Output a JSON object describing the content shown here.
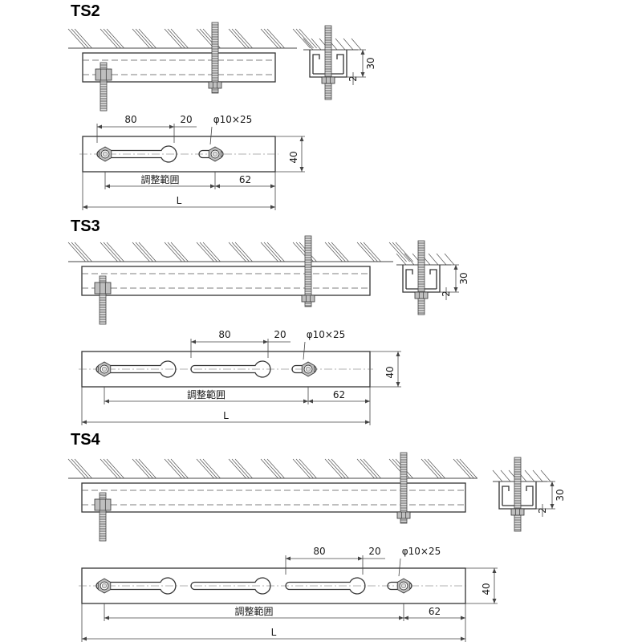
{
  "sections": [
    {
      "title": "TS2",
      "slot_length_label": "80",
      "gap_label": "20",
      "hole_label": "φ10×25",
      "width_label": "40",
      "range_label": "調整範囲",
      "end_label": "62",
      "length_label": "L",
      "height_label": "30",
      "lip_label": "2"
    },
    {
      "title": "TS3",
      "slot_length_label": "80",
      "gap_label": "20",
      "hole_label": "φ10×25",
      "width_label": "40",
      "range_label": "調整範囲",
      "end_label": "62",
      "length_label": "L",
      "height_label": "30",
      "lip_label": "2"
    },
    {
      "title": "TS4",
      "slot_length_label": "80",
      "gap_label": "20",
      "hole_label": "φ10×25",
      "width_label": "40",
      "range_label": "調整範囲",
      "end_label": "62",
      "length_label": "L",
      "height_label": "30",
      "lip_label": "2"
    }
  ]
}
